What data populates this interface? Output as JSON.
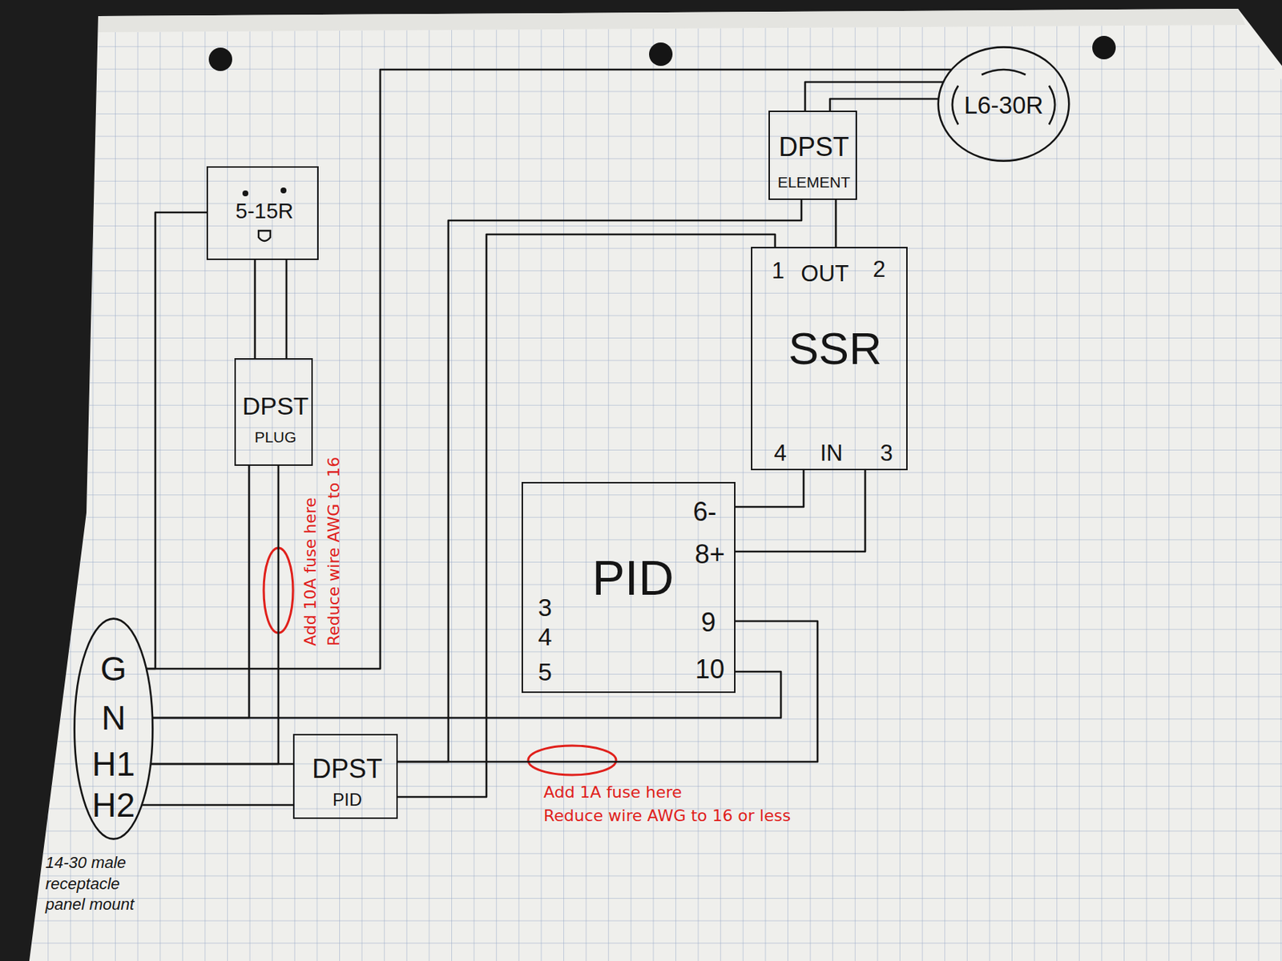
{
  "diagram": {
    "nodes": [
      {
        "text": [
          "L6-30R"
        ]
      },
      {
        "text": [
          "5-15R"
        ]
      },
      {
        "text": [
          "DPST",
          "ELEMENT"
        ]
      },
      {
        "text": [
          "1",
          "OUT",
          "2",
          "SSR",
          "4",
          "IN",
          "3"
        ]
      },
      {
        "text": [
          "DPST",
          "PLUG"
        ]
      },
      {
        "text": [
          "PID",
          "6-",
          "8+",
          "9",
          "10",
          "3",
          "4",
          "5"
        ]
      },
      {
        "text": [
          "DPST",
          "PID"
        ]
      },
      {
        "text": [
          "G",
          "N",
          "H1",
          "H2"
        ]
      }
    ],
    "edges": [
      {
        "from": 7,
        "to": 1,
        "arrow": "none"
      },
      {
        "from": 7,
        "to": 0,
        "arrow": "none"
      },
      {
        "from": 7,
        "to": 4,
        "arrow": "none"
      },
      {
        "from": 7,
        "to": 5,
        "arrow": "none"
      },
      {
        "from": 7,
        "to": 4,
        "arrow": "none"
      },
      {
        "from": 7,
        "to": 6,
        "arrow": "none"
      },
      {
        "from": 7,
        "to": 6,
        "arrow": "none"
      },
      {
        "from": 4,
        "to": 1,
        "arrow": "none"
      },
      {
        "from": 4,
        "to": 1,
        "arrow": "none"
      },
      {
        "from": 6,
        "to": 2,
        "arrow": "none"
      },
      {
        "from": 6,
        "to": 5,
        "arrow": "none"
      },
      {
        "from": 6,
        "to": 3,
        "arrow": "none"
      },
      {
        "from": 2,
        "to": 0,
        "arrow": "none"
      },
      {
        "from": 2,
        "to": 0,
        "arrow": "none"
      },
      {
        "from": 2,
        "to": 3,
        "arrow": "none"
      },
      {
        "from": 3,
        "to": 5,
        "arrow": "none"
      },
      {
        "from": 3,
        "to": 5,
        "arrow": "none"
      }
    ],
    "labels": [
      "Add 10A fuse here",
      "Reduce wire AWG to 16",
      "Add 1A fuse here",
      "Reduce wire AWG to 16 or less",
      "14-30 male receptacle panel mount"
    ]
  }
}
